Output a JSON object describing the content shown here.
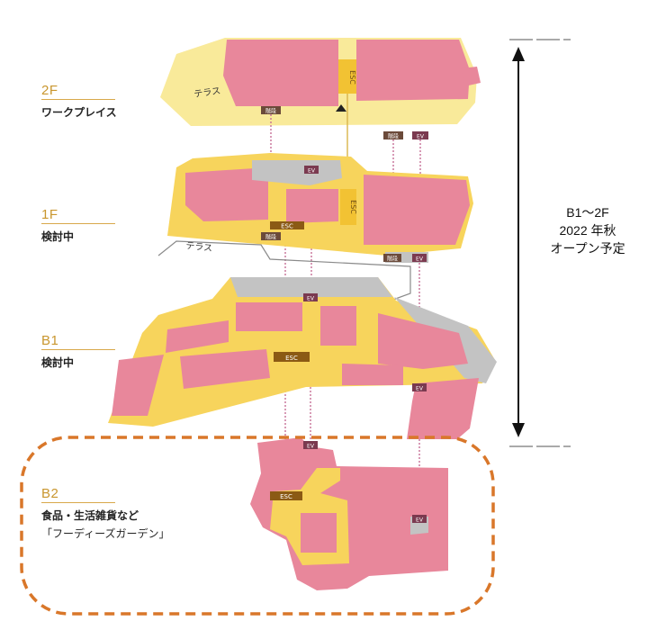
{
  "floors": [
    {
      "code": "2F",
      "name": "ワークプレイス"
    },
    {
      "code": "1F",
      "name": "検討中"
    },
    {
      "code": "B1",
      "name": "検討中"
    },
    {
      "code": "B2",
      "name": "食品・生活雑貨など",
      "name2": "「フーディーズガーデン」"
    }
  ],
  "schedule": {
    "line1": "B1〜2F",
    "line2": "2022 年秋",
    "line3": "オープン予定"
  },
  "map_labels": {
    "terrace": "テラス",
    "esc": "ESC",
    "ev": "EV",
    "stairs": "階段"
  },
  "colors": {
    "store_pink": "#e8879b",
    "corridor_yellow": "#f7d45c",
    "terrace_yellow": "#f9ea9a",
    "service_gray": "#c3c3c3",
    "label_gold": "#c9962e",
    "outline_orange": "#d9772a"
  }
}
